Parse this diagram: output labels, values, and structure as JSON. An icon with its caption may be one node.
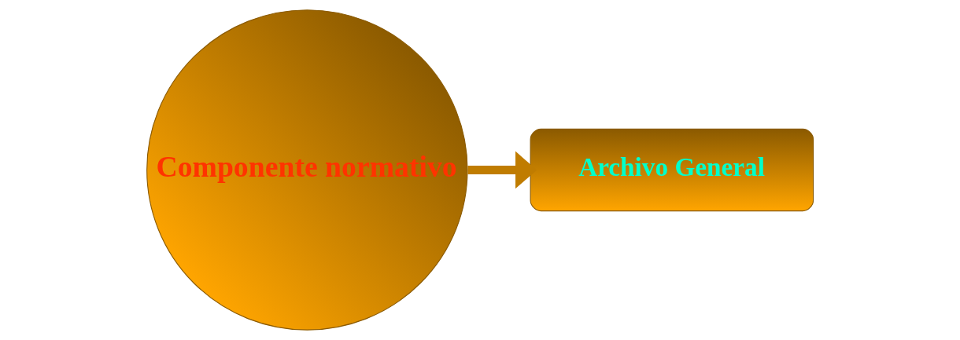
{
  "diagram": {
    "nodes": [
      {
        "text": [
          "Componente normativo"
        ]
      },
      {
        "text": [
          "Archivo General"
        ]
      }
    ],
    "edges": [
      {
        "from": 0,
        "to": 1,
        "arrow": "to"
      }
    ]
  }
}
